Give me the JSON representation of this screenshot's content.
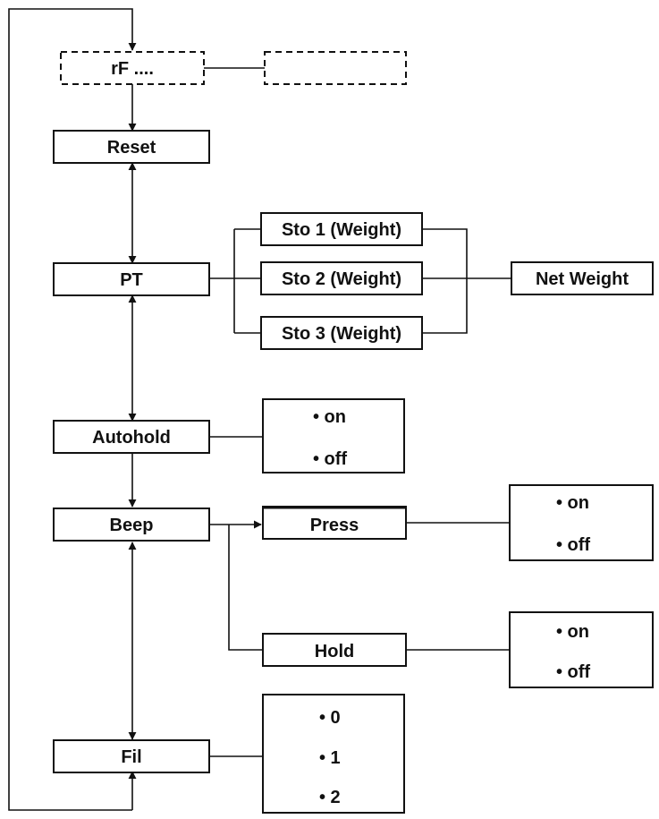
{
  "menu": {
    "rf": "rF ....",
    "reset": "Reset",
    "pt": "PT",
    "autohold": "Autohold",
    "beep": "Beep",
    "fil": "Fil"
  },
  "pt_store": {
    "sto1": "Sto 1 (Weight)",
    "sto2": "Sto 2 (Weight)",
    "sto3": "Sto 3 (Weight)",
    "net_weight": "Net Weight"
  },
  "autohold_options": [
    "• on",
    "• off"
  ],
  "beep_sub": {
    "press": "Press",
    "hold": "Hold",
    "press_options": [
      "• on",
      "• off"
    ],
    "hold_options": [
      "• on",
      "• off"
    ]
  },
  "fil_options": [
    "• 0",
    "• 1",
    "• 2"
  ]
}
